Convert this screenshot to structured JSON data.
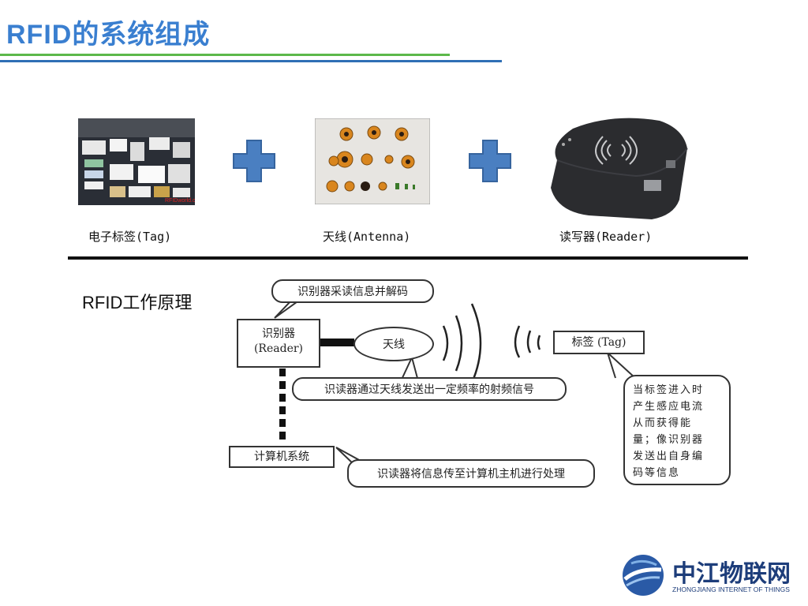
{
  "slide": {
    "title": "RFID的系统组成",
    "colors": {
      "title": "#3a7fd0",
      "rule_green": "#5cb84a",
      "rule_blue": "#2f6fb5",
      "plus": "#4a7fc1"
    }
  },
  "components": [
    {
      "caption": "电子标签(Tag)",
      "image": "rfid-tag-samples-photo"
    },
    {
      "caption": "天线(Antenna)",
      "image": "antenna-coils-photo"
    },
    {
      "caption": "读写器(Reader)",
      "image": "rfid-reader-device-photo"
    }
  ],
  "plus_icons": [
    "plus-icon",
    "plus-icon"
  ],
  "principle": {
    "heading": "RFID工作原理",
    "reader_label_cn": "识别器",
    "reader_label_en": "(Reader)",
    "antenna_label": "天线",
    "tag_label": "标签 (Tag)",
    "computer_label": "计算机系统",
    "bubble_decode": "识别器采读信息并解码",
    "bubble_antenna": "识读器通过天线发送出一定频率的射频信号",
    "bubble_tag": [
      "当标签进入时",
      "产生感应电流",
      "从而获得能",
      "量；像识别器",
      "发送出自身编",
      "码等信息"
    ],
    "bubble_computer": "识读器将信息传至计算机主机进行处理"
  },
  "logo": {
    "name": "中江物联网",
    "subtitle": "ZHONGJIANG INTERNET OF THINGS"
  }
}
